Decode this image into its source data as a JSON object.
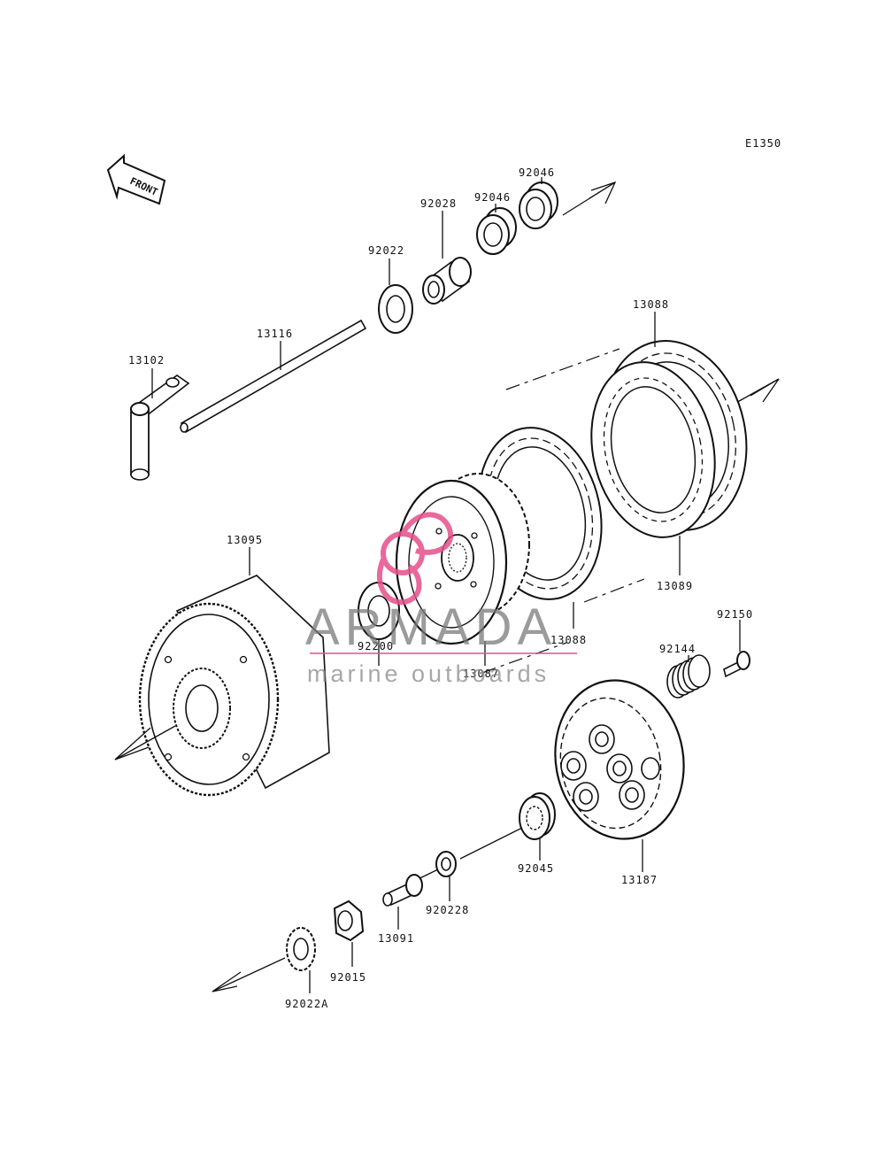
{
  "diagram": {
    "code": "E1350",
    "front_label": "FRONT",
    "parts": {
      "p92046a": "92046",
      "p92046b": "92046",
      "p92028": "92028",
      "p92022": "92022",
      "p13088a": "13088",
      "p13116": "13116",
      "p13102": "13102",
      "p13095": "13095",
      "p13089": "13089",
      "p92150": "92150",
      "p13088b": "13088",
      "p92144": "92144",
      "p92200": "92200",
      "p13087": "13087",
      "p92045": "92045",
      "p13187": "13187",
      "p920228": "920228",
      "p13091": "13091",
      "p92015": "92015",
      "p92022A": "92022A"
    }
  },
  "watermark": {
    "title": "ARMADA",
    "subtitle": "marine outboards",
    "logo_color": "#e5508a"
  }
}
